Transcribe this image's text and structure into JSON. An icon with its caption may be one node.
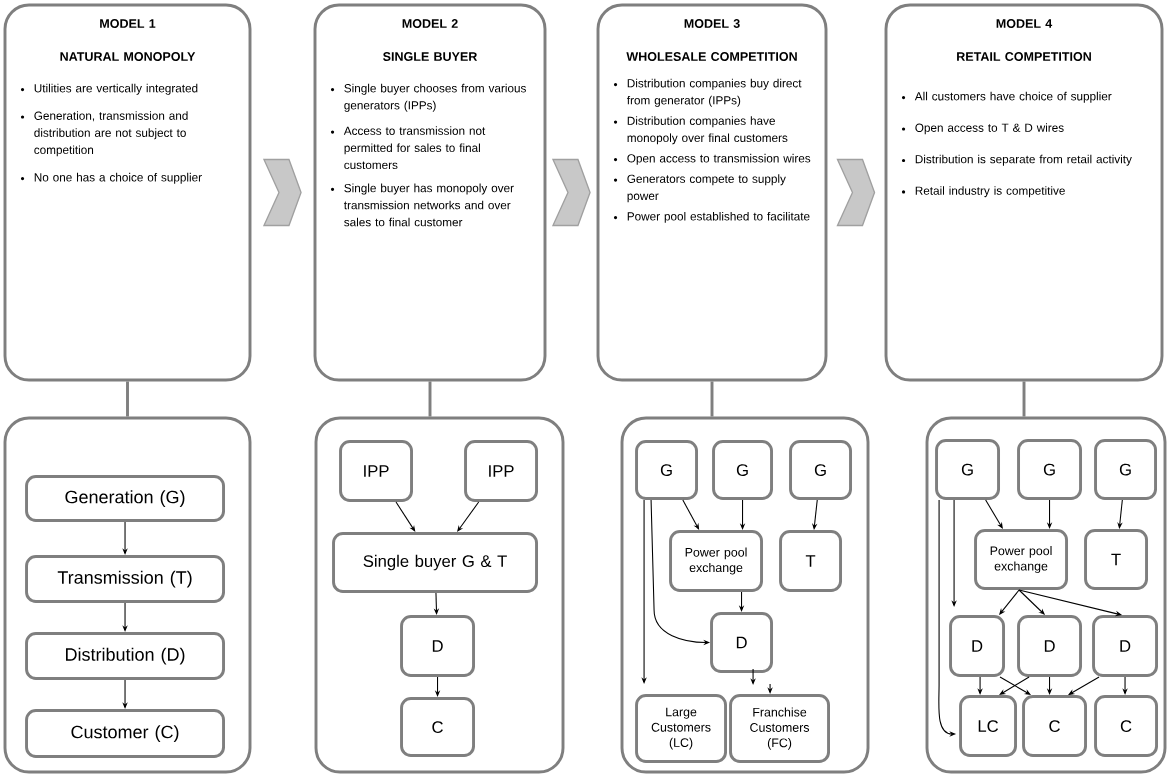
{
  "diagram": {
    "nodes": [
      {
        "text": [
          "MODEL 1",
          "NATURAL MONOPOLY",
          "Utilities are vertically integrated",
          "Generation, transmission and distribution are not subject to competition",
          "No one has a choice of supplier"
        ]
      },
      {
        "text": [],
        "shape": "box"
      },
      {
        "text": [
          "Generation (G)"
        ],
        "in": 1
      },
      {
        "text": [
          "Transmission (T)"
        ],
        "in": 1
      },
      {
        "text": [
          "Distribution (D)"
        ],
        "in": 1
      },
      {
        "text": [
          "Customer (C)"
        ],
        "in": 1
      },
      {
        "text": [
          "MODEL 2",
          "SINGLE BUYER",
          "Single buyer chooses from various generators (IPPs)",
          "Access to transmission not permitted for sales to final customers",
          "Single buyer has monopoly over transmission networks and over sales to final customer"
        ]
      },
      {
        "text": [],
        "shape": "box"
      },
      {
        "text": [
          "IPP"
        ],
        "in": 7
      },
      {
        "text": [
          "IPP"
        ],
        "in": 7
      },
      {
        "text": [
          "Single buyer G & T"
        ],
        "in": 7
      },
      {
        "text": [
          "D"
        ],
        "in": 7
      },
      {
        "text": [
          "C"
        ],
        "in": 7
      },
      {
        "text": [
          "MODEL 3",
          "WHOLESALE COMPETITION",
          "Distribution companies buy direct from generator (IPPs)",
          "Distribution companies have monopoly over final customers",
          "Open access to transmission wires",
          "Generators compete to supply power",
          "Power pool established to facilitate"
        ]
      },
      {
        "text": [],
        "shape": "box"
      },
      {
        "text": [
          "G"
        ],
        "in": 14
      },
      {
        "text": [
          "G"
        ],
        "in": 14
      },
      {
        "text": [
          "G"
        ],
        "in": 14
      },
      {
        "text": [
          "Power pool exchange"
        ],
        "in": 14
      },
      {
        "text": [
          "T"
        ],
        "in": 14
      },
      {
        "text": [
          "D"
        ],
        "in": 14
      },
      {
        "text": [
          "Large Customers (LC)"
        ],
        "in": 14
      },
      {
        "text": [
          "Franchise Customers (FC)"
        ],
        "in": 14
      },
      {
        "text": [
          "MODEL 4",
          "RETAIL COMPETITION",
          "All customers have choice of supplier",
          "Open access to T & D wires",
          "Distribution is separate from retail activity",
          "Retail industry is competitive"
        ]
      },
      {
        "text": [],
        "shape": "box"
      },
      {
        "text": [
          "G"
        ],
        "in": 24
      },
      {
        "text": [
          "G"
        ],
        "in": 24
      },
      {
        "text": [
          "G"
        ],
        "in": 24
      },
      {
        "text": [
          "Power pool exchange"
        ],
        "in": 24
      },
      {
        "text": [
          "T"
        ],
        "in": 24
      },
      {
        "text": [
          "D"
        ],
        "in": 24
      },
      {
        "text": [
          "D"
        ],
        "in": 24
      },
      {
        "text": [
          "D"
        ],
        "in": 24
      },
      {
        "text": [
          "LC"
        ],
        "in": 24
      },
      {
        "text": [
          "C"
        ],
        "in": 24
      },
      {
        "text": [
          "C"
        ],
        "in": 24
      }
    ],
    "edges": [
      {
        "from": 0,
        "to": 6,
        "arrow": "to",
        "color": "#c8c8c8"
      },
      {
        "from": 6,
        "to": 13,
        "arrow": "to",
        "color": "#c8c8c8"
      },
      {
        "from": 13,
        "to": 23,
        "arrow": "to",
        "color": "#c8c8c8"
      },
      {
        "from": 0,
        "to": 1,
        "arrow": "none",
        "style": "thick",
        "color": "#7f7f7f"
      },
      {
        "from": 6,
        "to": 7,
        "arrow": "none",
        "style": "thick",
        "color": "#7f7f7f"
      },
      {
        "from": 13,
        "to": 14,
        "arrow": "none",
        "style": "thick",
        "color": "#7f7f7f"
      },
      {
        "from": 23,
        "to": 24,
        "arrow": "none",
        "style": "thick",
        "color": "#7f7f7f"
      },
      {
        "from": 2,
        "to": 3,
        "arrow": "to"
      },
      {
        "from": 3,
        "to": 4,
        "arrow": "to"
      },
      {
        "from": 4,
        "to": 5,
        "arrow": "to"
      },
      {
        "from": 8,
        "to": 10,
        "arrow": "to"
      },
      {
        "from": 9,
        "to": 10,
        "arrow": "to"
      },
      {
        "from": 10,
        "to": 11,
        "arrow": "to"
      },
      {
        "from": 11,
        "to": 12,
        "arrow": "to"
      },
      {
        "from": 15,
        "to": 18,
        "arrow": "to"
      },
      {
        "from": 15,
        "to": 20,
        "arrow": "to"
      },
      {
        "from": 15,
        "to": 21,
        "arrow": "to"
      },
      {
        "from": 16,
        "to": 18,
        "arrow": "to"
      },
      {
        "from": 17,
        "to": 19,
        "arrow": "to"
      },
      {
        "from": 18,
        "to": 20,
        "arrow": "to"
      },
      {
        "from": 20,
        "to": 22,
        "arrow": "to"
      },
      {
        "from": null,
        "to": 22,
        "arrow": "to"
      },
      {
        "from": 25,
        "to": 28,
        "arrow": "to"
      },
      {
        "from": 25,
        "to": 30,
        "arrow": "to"
      },
      {
        "from": 25,
        "to": 33,
        "arrow": "to"
      },
      {
        "from": 26,
        "to": 28,
        "arrow": "to"
      },
      {
        "from": 27,
        "to": 29,
        "arrow": "to"
      },
      {
        "from": 28,
        "to": 30,
        "arrow": "to"
      },
      {
        "from": 28,
        "to": 31,
        "arrow": "to"
      },
      {
        "from": 28,
        "to": 32,
        "arrow": "to"
      },
      {
        "from": 30,
        "to": 33,
        "arrow": "to"
      },
      {
        "from": 30,
        "to": 34,
        "arrow": "to"
      },
      {
        "from": 31,
        "to": 33,
        "arrow": "to"
      },
      {
        "from": 31,
        "to": 34,
        "arrow": "to"
      },
      {
        "from": 32,
        "to": 34,
        "arrow": "to"
      },
      {
        "from": 32,
        "to": 35,
        "arrow": "to"
      }
    ]
  }
}
